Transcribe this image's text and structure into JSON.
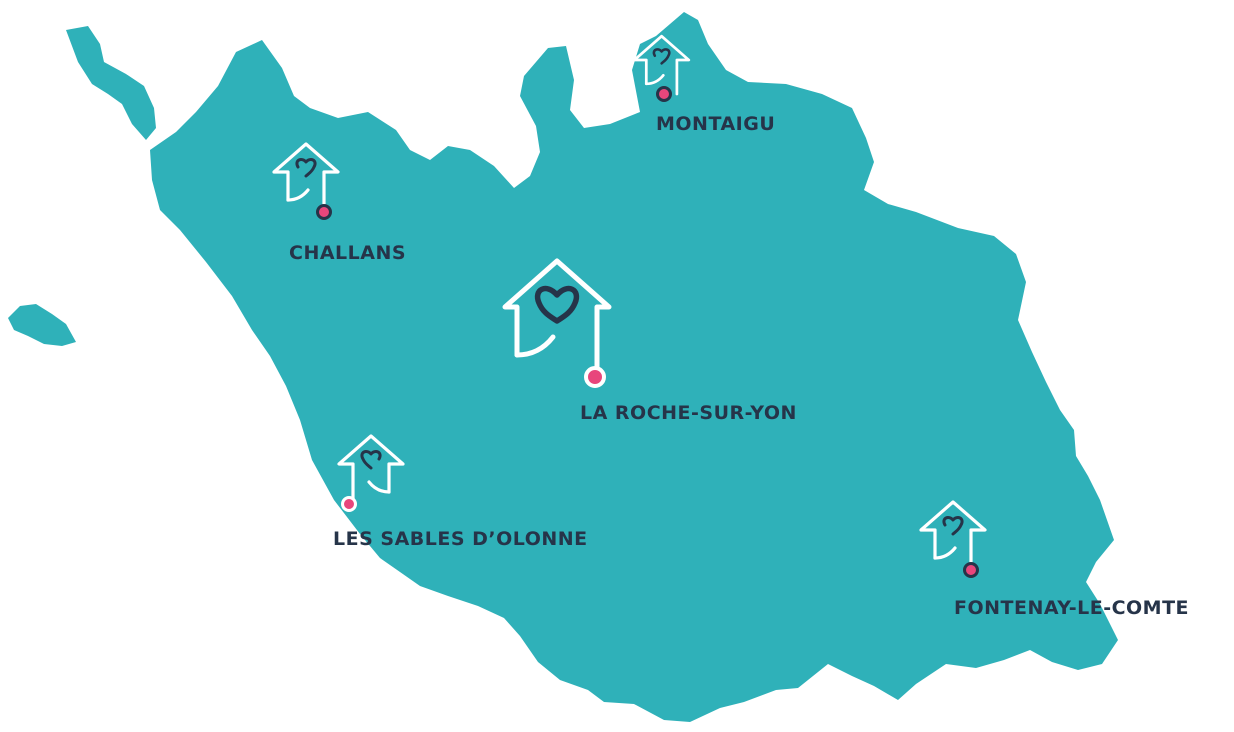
{
  "colors": {
    "land": "#2fb1b9",
    "label": "#263449",
    "marker_fill": "#e8467c",
    "marker_ring": "#263449",
    "house_stroke": "#ffffff",
    "heart_stroke": "#263449",
    "background": "#ffffff"
  },
  "icons": {
    "location": "house-heart-icon",
    "pin": "location-pin-icon"
  },
  "cities": [
    {
      "id": "montaigu",
      "name": "MONTAIGU",
      "major": false
    },
    {
      "id": "challans",
      "name": "CHALLANS",
      "major": false
    },
    {
      "id": "la-roche-sur-yon",
      "name": "LA ROCHE-SUR-YON",
      "major": true
    },
    {
      "id": "les-sables-dolonne",
      "name": "LES SABLES D’OLONNE",
      "major": false
    },
    {
      "id": "fontenay-le-comte",
      "name": "FONTENAY-LE-COMTE",
      "major": false
    }
  ]
}
